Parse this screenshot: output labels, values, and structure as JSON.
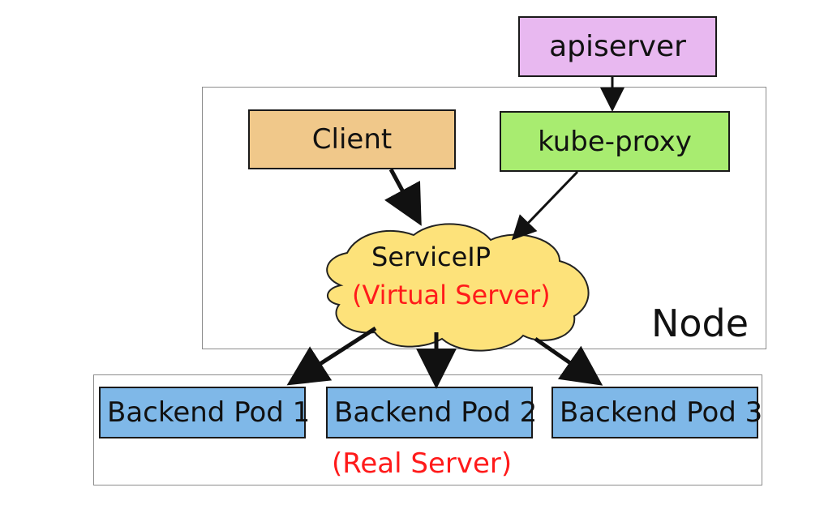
{
  "nodes": {
    "apiserver": "apiserver",
    "client": "Client",
    "kube_proxy": "kube-proxy",
    "service_ip": "ServiceIP",
    "virtual_server": "(Virtual Server)",
    "node": "Node",
    "real_server": "(Real Server)",
    "pods": [
      "Backend Pod 1",
      "Backend Pod 2",
      "Backend Pod 3"
    ]
  },
  "colors": {
    "apiserver": "#e8b8f0",
    "client": "#f0c88a",
    "kube_proxy": "#a8ec70",
    "cloud": "#fde27a",
    "pod": "#7fb8e8",
    "accent_red": "#ff1a1a"
  }
}
